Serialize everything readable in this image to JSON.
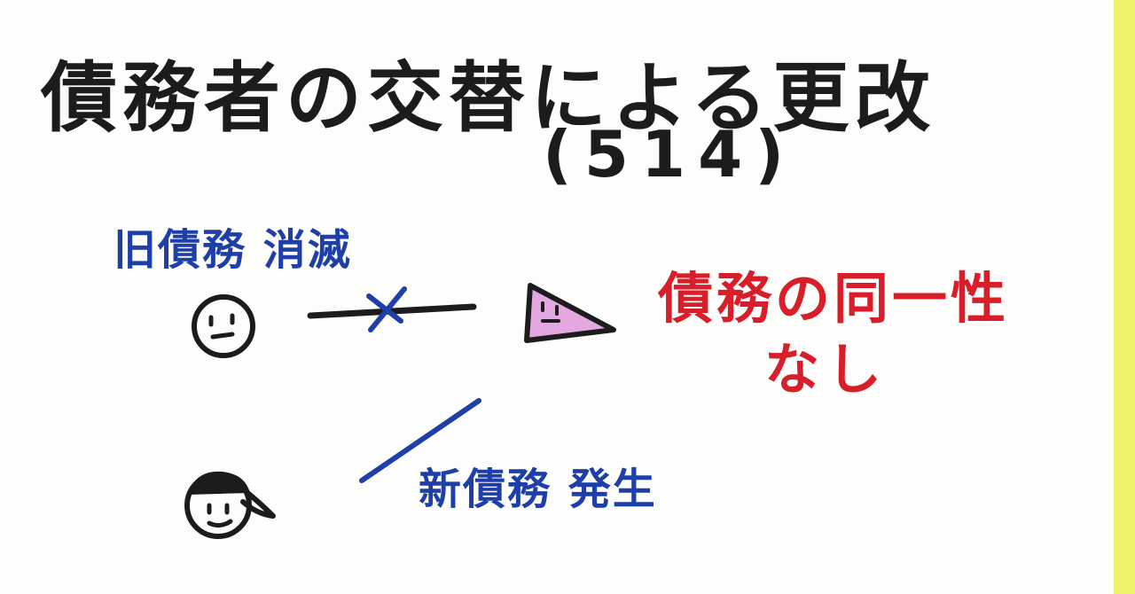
{
  "title": "債務者の交替による更改",
  "subtitle": "(514)",
  "labels": {
    "old_debt": "旧債務 消滅",
    "new_debt": "新債務 発生"
  },
  "note": {
    "line1": "債務の同一性",
    "line2": "なし"
  },
  "colors": {
    "ink_black": "#1c1c1c",
    "ink_blue": "#1f3fa8",
    "ink_red": "#d81e2a",
    "triangle_fill": "#e3a8df",
    "edge_yellow": "#eef26a"
  },
  "icons": {
    "old_debtor": "smiley-face-icon",
    "new_debtor": "face-with-cap-icon",
    "creditor": "triangle-face-icon"
  }
}
